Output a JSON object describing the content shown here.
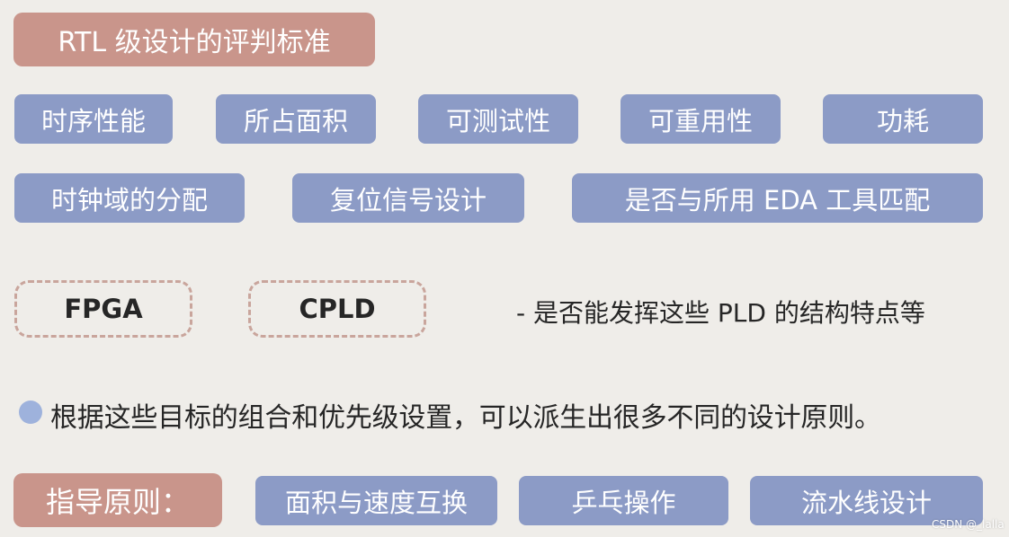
{
  "title": "RTL 级设计的评判标准",
  "criteria_row1": [
    "时序性能",
    "所占面积",
    "可测试性",
    "可重用性",
    "功耗"
  ],
  "criteria_row2": [
    "时钟域的分配",
    "复位信号设计",
    "是否与所用 EDA 工具匹配"
  ],
  "devices": [
    "FPGA",
    "CPLD"
  ],
  "device_note": "- 是否能发挥这些 PLD 的结构特点等",
  "bullet_text": "根据这些目标的组合和优先级设置，可以派生出很多不同的设计原则。",
  "guide": {
    "label": "指导原则：",
    "items": [
      "面积与速度互换",
      "乒乓操作",
      "流水线设计"
    ]
  },
  "watermark": "CSDN @_lalla",
  "colors": {
    "background": "#efede9",
    "title_pill": "#c9958b",
    "blue_pill": "#8c9bc6",
    "dashed_border": "#c9a59c",
    "bullet": "#9eb2dc"
  }
}
